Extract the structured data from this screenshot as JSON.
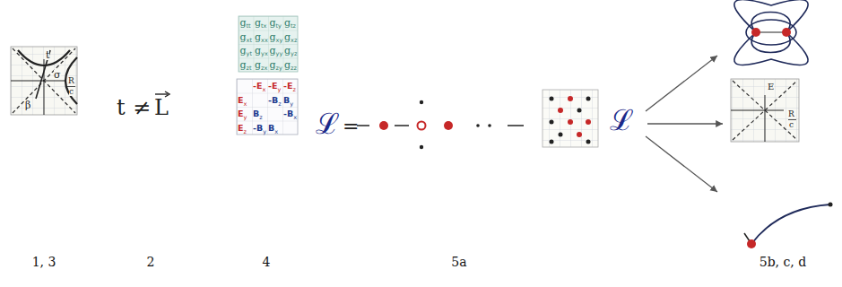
{
  "diagram": {
    "labels": [
      "1, 3",
      "2",
      "4",
      "5a",
      "5b, c, d",
      "t",
      "σ",
      "R",
      "c",
      "β",
      "t",
      "≠",
      "L",
      "g",
      "tt",
      "g",
      "tx",
      "g",
      "ty",
      "g",
      "tz",
      "g",
      "xt",
      "g",
      "xx",
      "g",
      "xy",
      "g",
      "xz",
      "g",
      "yt",
      "g",
      "yx",
      "g",
      "yy",
      "g",
      "yz",
      "g",
      "zt",
      "g",
      "zx",
      "g",
      "zy",
      "g",
      "zz",
      "-E",
      "x",
      "-E",
      "y",
      "-E",
      "z",
      "E",
      "x",
      "-B",
      "z",
      "B",
      "y",
      "E",
      "y",
      "B",
      "z",
      "-B",
      "x",
      "E",
      "z",
      "-B",
      "y",
      "B",
      "x",
      "ℒ",
      "=",
      "ℒ",
      "E",
      "R",
      "c"
    ]
  }
}
